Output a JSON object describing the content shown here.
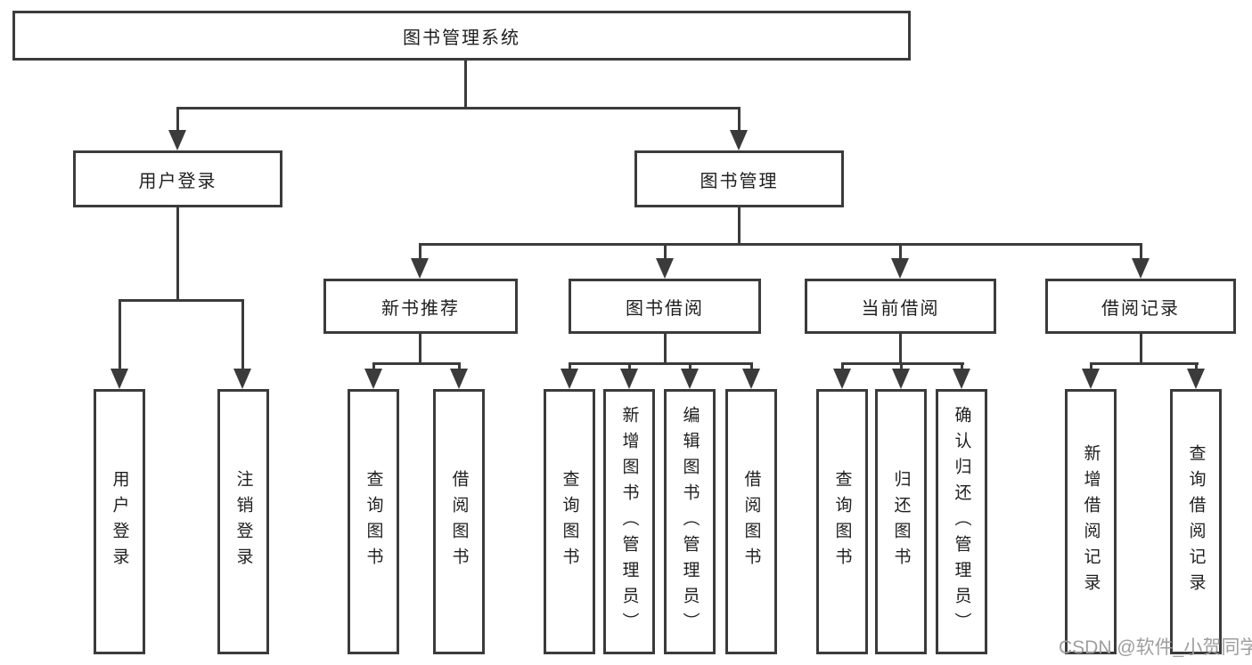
{
  "diagram": {
    "root": {
      "label": "图书管理系统"
    },
    "level2": [
      {
        "label": "用户登录"
      },
      {
        "label": "图书管理"
      }
    ],
    "level3": [
      {
        "label": "新书推荐"
      },
      {
        "label": "图书借阅"
      },
      {
        "label": "当前借阅"
      },
      {
        "label": "借阅记录"
      }
    ],
    "leaves": [
      {
        "label": "用户登录"
      },
      {
        "label": "注销登录"
      },
      {
        "label": "查询图书"
      },
      {
        "label": "借阅图书"
      },
      {
        "label": "查询图书"
      },
      {
        "label": "新增图书（管理员）"
      },
      {
        "label": "编辑图书（管理员）"
      },
      {
        "label": "借阅图书"
      },
      {
        "label": "查询图书"
      },
      {
        "label": "归还图书"
      },
      {
        "label": "确认归还（管理员）"
      },
      {
        "label": "新增借阅记录"
      },
      {
        "label": "查询借阅记录"
      }
    ],
    "watermark": "CSDN @软件_小贺同学"
  },
  "colors": {
    "line": "#3b3b3b",
    "text": "#1f1f1f",
    "watermark": "#9e9e9e"
  }
}
